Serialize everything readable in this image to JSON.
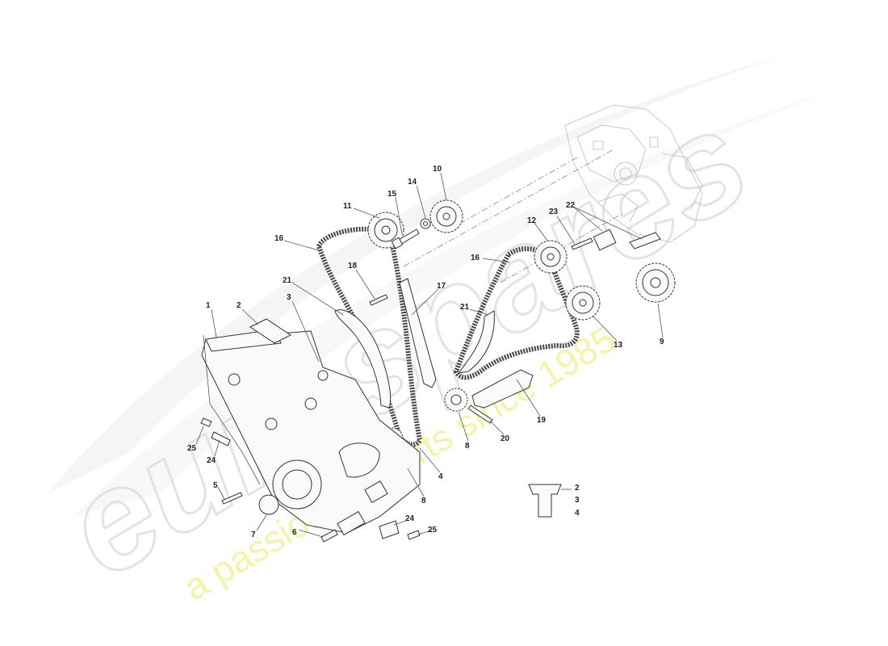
{
  "watermark": {
    "brand": "eurospares",
    "tagline": "a passion for parts since 1985",
    "brand_color": "#e6e6e6",
    "tagline_color": "#f3f39a"
  },
  "callouts": [
    {
      "id": "1",
      "text": "1"
    },
    {
      "id": "2",
      "text": "2"
    },
    {
      "id": "3",
      "text": "3"
    },
    {
      "id": "21a",
      "text": "21"
    },
    {
      "id": "16a",
      "text": "16"
    },
    {
      "id": "11",
      "text": "11"
    },
    {
      "id": "15",
      "text": "15"
    },
    {
      "id": "14",
      "text": "14"
    },
    {
      "id": "10",
      "text": "10"
    },
    {
      "id": "18",
      "text": "18"
    },
    {
      "id": "17",
      "text": "17"
    },
    {
      "id": "12",
      "text": "12"
    },
    {
      "id": "16b",
      "text": "16"
    },
    {
      "id": "23",
      "text": "23"
    },
    {
      "id": "22",
      "text": "22"
    },
    {
      "id": "21b",
      "text": "21"
    },
    {
      "id": "13",
      "text": "13"
    },
    {
      "id": "9",
      "text": "9"
    },
    {
      "id": "19",
      "text": "19"
    },
    {
      "id": "20",
      "text": "20"
    },
    {
      "id": "8a",
      "text": "8"
    },
    {
      "id": "4",
      "text": "4"
    },
    {
      "id": "8b",
      "text": "8"
    },
    {
      "id": "25a",
      "text": "25"
    },
    {
      "id": "24a",
      "text": "24"
    },
    {
      "id": "5",
      "text": "5"
    },
    {
      "id": "7",
      "text": "7"
    },
    {
      "id": "6",
      "text": "6"
    },
    {
      "id": "24b",
      "text": "24"
    },
    {
      "id": "25b",
      "text": "25"
    },
    {
      "id": "k2",
      "text": "2"
    },
    {
      "id": "k3",
      "text": "3"
    },
    {
      "id": "k4",
      "text": "4"
    }
  ]
}
